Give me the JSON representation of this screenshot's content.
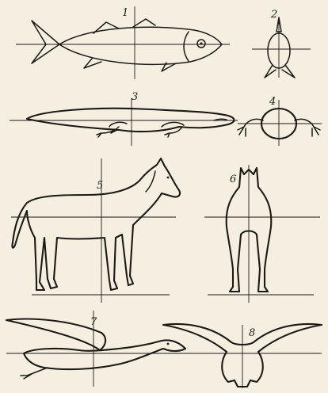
{
  "figures": [
    {
      "number": "1"
    },
    {
      "number": "2"
    },
    {
      "number": "3"
    },
    {
      "number": "4"
    },
    {
      "number": "5"
    },
    {
      "number": "6"
    },
    {
      "number": "7"
    },
    {
      "number": "8"
    }
  ],
  "colors": {
    "paper": "#f4efe1",
    "ink": "#1d1a16"
  }
}
